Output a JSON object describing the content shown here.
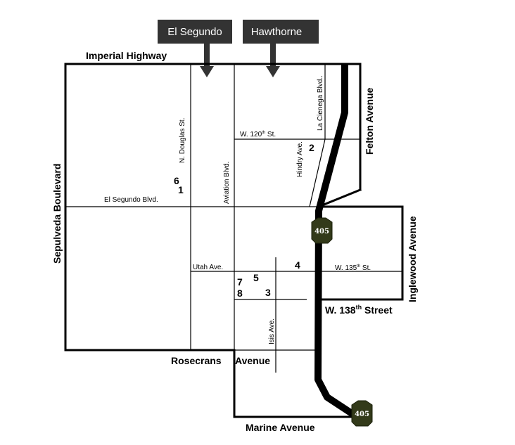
{
  "cities": {
    "el_segundo": "El Segundo",
    "hawthorne": "Hawthorne"
  },
  "roads": {
    "imperial_highway": "Imperial Highway",
    "sepulveda_boulevard": "Sepulveda Boulevard",
    "felton_avenue": "Felton Avenue",
    "inglewood_avenue": "Inglewood Avenue",
    "w138_base": "W. 138",
    "w138_sup": "th",
    "w138_tail": " Street",
    "rosecrans_a": "Rosecrans",
    "rosecrans_b": "Avenue",
    "marine_avenue": "Marine Avenue",
    "n_douglas": "N. Douglas St.",
    "aviation": "Aviation Blvd.",
    "la_cienega": "La Cienega Blvd..",
    "hindry": "Hindry Ave.",
    "w120_base": "W. 120",
    "w120_sup": "th",
    "w120_tail": " St.",
    "el_segundo_blvd": "El Segundo Blvd.",
    "utah": "Utah Ave.",
    "w135_base": "W. 135",
    "w135_sup": "th",
    "w135_tail": " St.",
    "isis": "Isis Ave."
  },
  "freeway": {
    "shield_top": "405",
    "shield_bottom": "405",
    "color": "#333a1a"
  },
  "locations": {
    "n1": "1",
    "n2": "2",
    "n3": "3",
    "n4": "4",
    "n5": "5",
    "n6": "6",
    "n7": "7",
    "n8": "8"
  },
  "colors": {
    "city_box": "#333333",
    "roads": "#000000"
  }
}
